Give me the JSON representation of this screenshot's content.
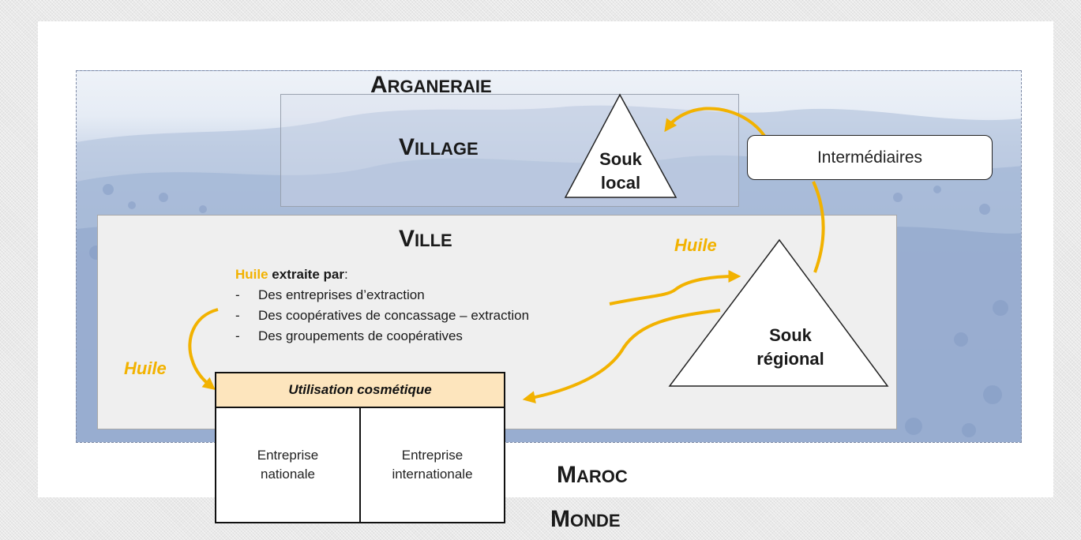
{
  "levels": {
    "arganeraie": {
      "cap": "A",
      "rest": "rganeraie"
    },
    "village": {
      "cap": "V",
      "rest": "illage"
    },
    "ville": {
      "cap": "V",
      "rest": "ille"
    },
    "maroc": {
      "cap": "M",
      "rest": "aroc"
    },
    "monde": {
      "cap": "M",
      "rest": "onde"
    }
  },
  "souk_local": {
    "line1": "Souk",
    "line2": "local"
  },
  "souk_regional": {
    "line1": "Souk",
    "line2": "régional"
  },
  "intermediaires": "Intermédiaires",
  "huile_labels": [
    "Huile",
    "Huile"
  ],
  "production": {
    "head_highlight": "Huile",
    "head_bold": "extraite par",
    "head_suffix": ":",
    "items": [
      "Des entreprises d’extraction",
      "Des coopératives de concassage – extraction",
      "Des groupements de coopératives"
    ]
  },
  "usage": {
    "title": "Utilisation cosmétique",
    "left": {
      "line1": "Entreprise",
      "line2": "nationale"
    },
    "right": {
      "line1": "Entreprise",
      "line2": "internationale"
    }
  },
  "colors": {
    "arrow": "#f2b200",
    "huile_text": "#f2b200",
    "usage_header": "#fde5bd"
  }
}
